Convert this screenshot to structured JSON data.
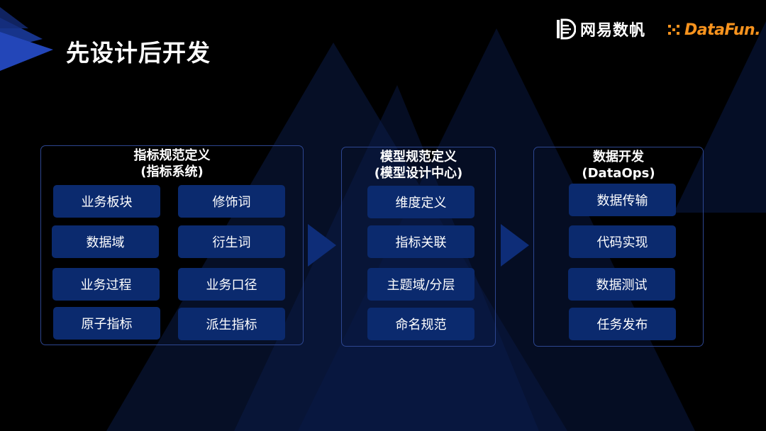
{
  "slide": {
    "title": "先设计后开发"
  },
  "logos": {
    "wangyi": "网易数帆",
    "datafun": "DataFun."
  },
  "colors": {
    "background": "#000000",
    "chip_fill": "#0b2a6e",
    "group_border": "#2d4690",
    "arrow": "#0e2d78",
    "datafun_orange": "#f7931e"
  },
  "groups": [
    {
      "title": "指标规范定义",
      "subtitle": "(指标系统)",
      "items": [
        "业务板块",
        "修饰词",
        "数据域",
        "衍生词",
        "业务过程",
        "业务口径",
        "原子指标",
        "派生指标"
      ]
    },
    {
      "title": "模型规范定义",
      "subtitle": "(模型设计中心)",
      "items": [
        "维度定义",
        "指标关联",
        "主题域/分层",
        "命名规范"
      ]
    },
    {
      "title": "数据开发",
      "subtitle": "(DataOps)",
      "items": [
        "数据传输",
        "代码实现",
        "数据测试",
        "任务发布"
      ]
    }
  ]
}
